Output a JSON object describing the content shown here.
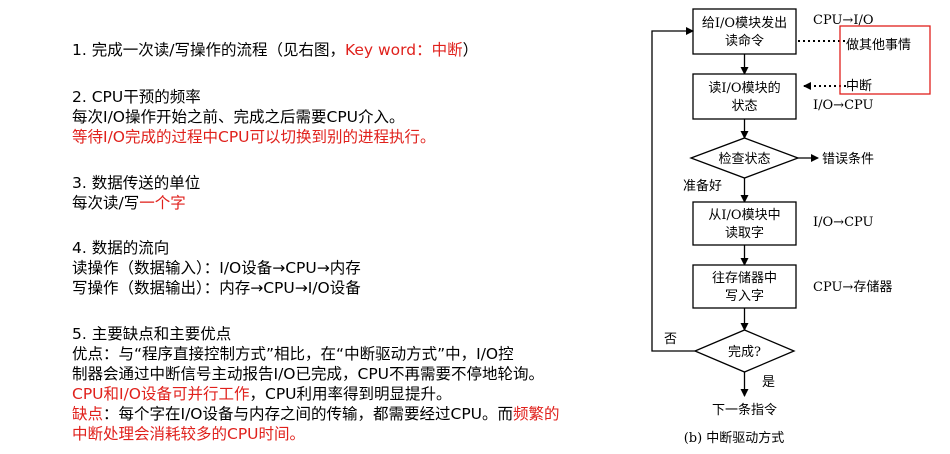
{
  "left_text": {
    "s1_title_a": "1. 完成一次读/写操作的流程（见右图，",
    "s1_title_b": "Key word：中断",
    "s1_title_c": "）",
    "s2_title": "2. CPU干预的频率",
    "s2_line1": "每次I/O操作开始之前、完成之后需要CPU介入。",
    "s2_line2": "等待I/O完成的过程中CPU可以切换到别的进程执行。",
    "s3_title": "3. 数据传送的单位",
    "s3_line1_a": "每次读/写",
    "s3_line1_b": "一个字",
    "s4_title": "4. 数据的流向",
    "s4_line1": "读操作（数据输入）：I/O设备→CPU→内存",
    "s4_line2": "写操作（数据输出）：内存→CPU→I/O设备",
    "s5_title": "5. 主要缺点和主要优点",
    "s5_line1": "优点：与“程序直接控制方式”相比，在“中断驱动方式”中，I/O控",
    "s5_line2": "制器会通过中断信号主动报告I/O已完成，CPU不再需要不停地轮询。",
    "s5_line3_a": "CPU和I/O设备可并行工作",
    "s5_line3_b": "，CPU利用率得到明显提升。",
    "s5_line4_a": "缺点",
    "s5_line4_b": "：每个字在I/O设备与内存之间的传输，都需要经过CPU。而",
    "s5_line4_c": "频繁的",
    "s5_line5": "中断处理会消耗较多的CPU时间。"
  },
  "flowchart": {
    "box1_line1": "给I/O模块发出",
    "box1_line2": "读命令",
    "box2_line1": "读I/O模块的",
    "box2_line2": "状态",
    "diamond1": "检查状态",
    "error_label": "错误条件",
    "ready_label": "准备好",
    "box3_line1": "从I/O模块中",
    "box3_line2": "读取字",
    "box4_line1": "往存储器中",
    "box4_line2": "写入字",
    "diamond2": "完成?",
    "no_label": "否",
    "yes_label": "是",
    "next_label": "下一条指令",
    "caption": "(b) 中断驱动方式",
    "note1": "CPU→I/O",
    "note2": "I/O→CPU",
    "note3": "I/O→CPU",
    "note4": "CPU→存储器",
    "other_task": "做其他事情",
    "interrupt": "中断"
  },
  "colors": {
    "accent_red": "#e0211c"
  }
}
